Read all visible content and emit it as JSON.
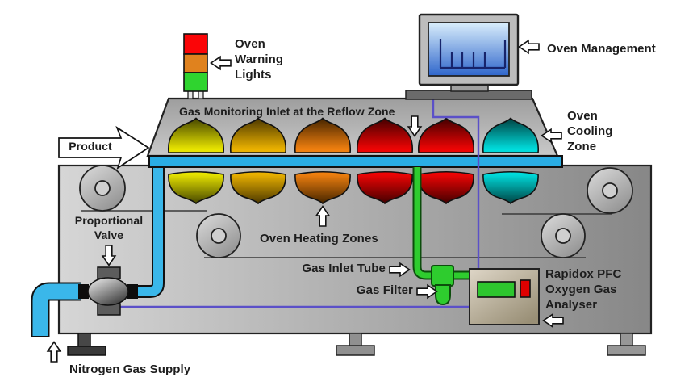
{
  "diagram": {
    "labels": {
      "oven_warning_lights": "Oven\nWarning\nLights",
      "oven_management": "Oven Management",
      "gas_monitoring_inlet": "Gas Monitoring Inlet at the Reflow Zone",
      "product": "Product",
      "oven_cooling_zone": "Oven\nCooling\nZone",
      "proportional_valve": "Proportional\nValve",
      "oven_heating_zones": "Oven Heating Zones",
      "gas_inlet_tube": "Gas Inlet Tube",
      "gas_filter": "Gas Filter",
      "analyser": "Rapidox PFC\nOxygen Gas\nAnalyser",
      "nitrogen_gas_supply": "Nitrogen Gas Supply"
    },
    "zones": [
      {
        "id": 1,
        "type": "heating",
        "color_name": "yellow"
      },
      {
        "id": 2,
        "type": "heating",
        "color_name": "gold"
      },
      {
        "id": 3,
        "type": "heating",
        "color_name": "orange"
      },
      {
        "id": 4,
        "type": "reflow",
        "color_name": "red"
      },
      {
        "id": 5,
        "type": "reflow",
        "color_name": "red"
      },
      {
        "id": 6,
        "type": "cooling",
        "color_name": "teal"
      }
    ],
    "warning_light_colors": [
      "red",
      "amber",
      "green"
    ],
    "colors": {
      "--conveyor-blue": "#2aade4",
      "--pipe-blue": "#3ab7ea",
      "--tube-green": "#2ecc2e",
      "--tube-green-dark": "#0c4d0c",
      "--wire-purple": "#5b50c8",
      "--light-red": "#fb0507",
      "--light-amber": "#e0821e",
      "--light-green": "#2fd42f",
      "--display-green": "#2ec62e",
      "--button-red": "#e00000",
      "--screen-top": "#d9eefc",
      "--screen-bottom": "#2f66cb",
      "--zone1-dark": "#4f4f00",
      "--zone1-bright": "#e8e400",
      "--zone2-dark": "#553f00",
      "--zone2-bright": "#eab100",
      "--zone3-dark": "#4f2a00",
      "--zone3-bright": "#ef7f0f",
      "--zone4-dark": "#4d0000",
      "--zone4-bright": "#ee0404",
      "--zone5-dark": "#4d0000",
      "--zone5-bright": "#ee0404",
      "--zone6-dark": "#004a4a",
      "--zone6-bright": "#00dcdc"
    }
  }
}
